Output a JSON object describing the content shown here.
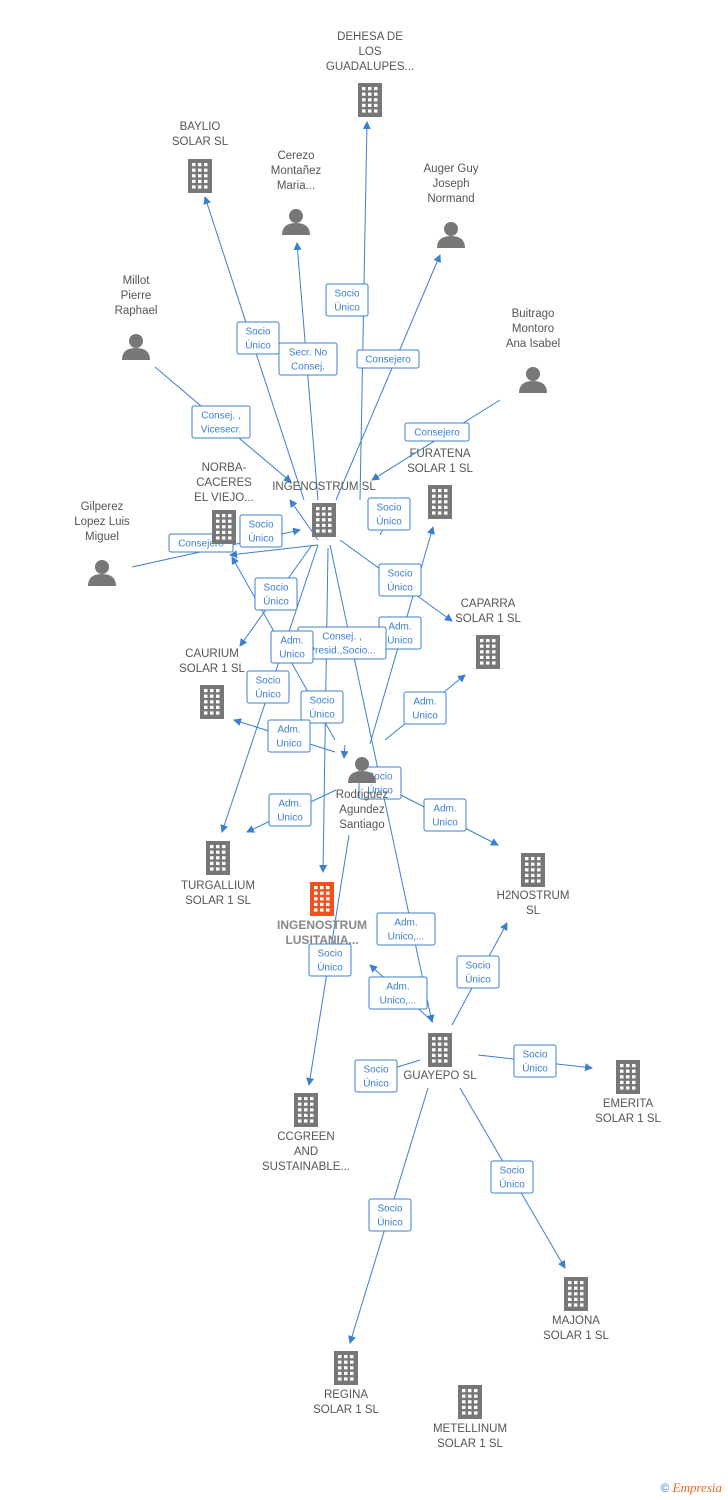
{
  "colors": {
    "company": "#777777",
    "main": "#f4511e",
    "person": "#777777",
    "edge": "#3b7fd1"
  },
  "nodes": [
    {
      "id": "dehesa",
      "kind": "company",
      "lines": [
        "DEHESA DE",
        "LOS",
        "GUADALUPES..."
      ]
    },
    {
      "id": "baylio",
      "kind": "company",
      "lines": [
        "BAYLIO",
        "SOLAR  SL"
      ]
    },
    {
      "id": "cerezo",
      "kind": "person",
      "lines": [
        "Cerezo",
        "Montañez",
        "Maria..."
      ]
    },
    {
      "id": "auger",
      "kind": "person",
      "lines": [
        "Auger Guy",
        "Joseph",
        "Normand"
      ]
    },
    {
      "id": "millot",
      "kind": "person",
      "lines": [
        "Millot",
        "Pierre",
        "Raphael"
      ]
    },
    {
      "id": "buitrago",
      "kind": "person",
      "lines": [
        "Buitrago",
        "Montoro",
        "Ana Isabel"
      ]
    },
    {
      "id": "ingenostrum",
      "kind": "company",
      "lines": [
        "INGENOSTRUM SL"
      ]
    },
    {
      "id": "norba",
      "kind": "company",
      "lines": [
        "NORBA-",
        "CACERES",
        "EL VIEJO..."
      ]
    },
    {
      "id": "furatena",
      "kind": "company",
      "lines": [
        "FURATENA",
        "SOLAR 1  SL"
      ]
    },
    {
      "id": "gilperez",
      "kind": "person",
      "lines": [
        "Gilperez",
        "Lopez Luis",
        "Miguel"
      ]
    },
    {
      "id": "caparra",
      "kind": "company",
      "lines": [
        "CAPARRA",
        "SOLAR 1  SL"
      ]
    },
    {
      "id": "caurium",
      "kind": "company",
      "lines": [
        "CAURIUM",
        "SOLAR 1  SL"
      ]
    },
    {
      "id": "rodriguez",
      "kind": "person",
      "lines": [
        "Rodriguez",
        "Agundez",
        "Santiago"
      ]
    },
    {
      "id": "turgallium",
      "kind": "company",
      "lines": [
        "TURGALLIUM",
        "SOLAR 1  SL"
      ]
    },
    {
      "id": "lusitania",
      "kind": "main",
      "lines": [
        "INGENOSTRUM",
        "LUSITANIA..."
      ]
    },
    {
      "id": "h2nostrum",
      "kind": "company",
      "lines": [
        "H2NOSTRUM",
        "SL"
      ]
    },
    {
      "id": "guayepo",
      "kind": "company",
      "lines": [
        "GUAYEPO  SL"
      ]
    },
    {
      "id": "emerita",
      "kind": "company",
      "lines": [
        "EMERITA",
        "SOLAR 1  SL"
      ]
    },
    {
      "id": "ccgreen",
      "kind": "company",
      "lines": [
        "CCGREEN",
        "AND",
        "SUSTAINABLE..."
      ]
    },
    {
      "id": "majona",
      "kind": "company",
      "lines": [
        "MAJONA",
        "SOLAR 1  SL"
      ]
    },
    {
      "id": "regina",
      "kind": "company",
      "lines": [
        "REGINA",
        "SOLAR 1  SL"
      ]
    },
    {
      "id": "metellinum",
      "kind": "company",
      "lines": [
        "METELLINUM",
        "SOLAR 1  SL"
      ]
    }
  ],
  "edges": [
    {
      "label": [
        "Socio",
        "Único"
      ]
    },
    {
      "label": [
        "Socio",
        "Único"
      ]
    },
    {
      "label": [
        "Secr.  No",
        "Consej."
      ]
    },
    {
      "label": [
        "Consejero"
      ]
    },
    {
      "label": [
        "Consej. ,",
        "Vicesecr."
      ]
    },
    {
      "label": [
        "Consejero"
      ]
    },
    {
      "label": [
        "Socio",
        "Único"
      ]
    },
    {
      "label": [
        "Socio",
        "Único"
      ]
    },
    {
      "label": [
        "Consejero"
      ]
    },
    {
      "label": [
        "Socio",
        "Único"
      ]
    },
    {
      "label": [
        "Socio",
        "Único"
      ]
    },
    {
      "label": [
        "Adm.",
        "Unico"
      ]
    },
    {
      "label": [
        "Consej. ,",
        "Presid.,Socio..."
      ]
    },
    {
      "label": [
        "Socio",
        "Único"
      ]
    },
    {
      "label": [
        "Adm.",
        "Unico"
      ]
    },
    {
      "label": [
        "Socio",
        "Único"
      ]
    },
    {
      "label": [
        "Adm.",
        "Unico"
      ]
    },
    {
      "label": [
        "Adm.",
        "Unico"
      ]
    },
    {
      "label": [
        "Socio",
        "Único"
      ]
    },
    {
      "label": [
        "Adm.",
        "Unico"
      ]
    },
    {
      "label": [
        "Adm.",
        "Unico,..."
      ]
    },
    {
      "label": [
        "Adm.",
        "Unico"
      ]
    },
    {
      "label": [
        "Adm.",
        "Unico,..."
      ]
    },
    {
      "label": [
        "Socio",
        "Único"
      ]
    },
    {
      "label": [
        "Socio",
        "Único"
      ]
    },
    {
      "label": [
        "Socio",
        "Único"
      ]
    },
    {
      "label": [
        "Socio",
        "Único"
      ]
    },
    {
      "label": [
        "Socio",
        "Único"
      ]
    },
    {
      "label": [
        "Socio",
        "Único"
      ]
    }
  ],
  "footer": {
    "copyright": "©",
    "brand": "Empresia"
  }
}
